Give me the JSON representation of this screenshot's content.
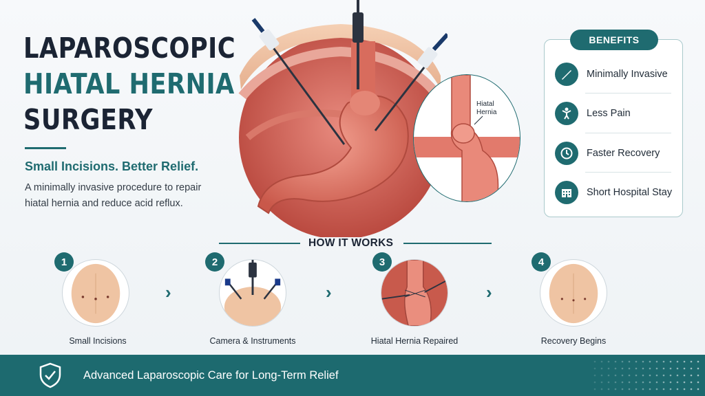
{
  "title": {
    "line1": "LAPAROSCOPIC",
    "line2": "HIATAL HERNIA",
    "line3": "SURGERY"
  },
  "tagline": "Small Incisions. Better Relief.",
  "description": {
    "line1": "A minimally invasive procedure to repair",
    "line2": "hiatal hernia and reduce acid reflux."
  },
  "inset_label": {
    "line1": "Hiatal",
    "line2": "Hernia"
  },
  "benefits": {
    "heading": "BENEFITS",
    "items": [
      {
        "label": "Minimally Invasive",
        "icon": "scalpel-icon"
      },
      {
        "label": "Less Pain",
        "icon": "person-icon"
      },
      {
        "label": "Faster Recovery",
        "icon": "clock-icon"
      },
      {
        "label": "Short Hospital Stay",
        "icon": "hospital-icon"
      }
    ]
  },
  "how_it_works": {
    "heading": "HOW IT WORKS",
    "steps": [
      {
        "number": "1",
        "label": "Small Incisions"
      },
      {
        "number": "2",
        "label": "Camera & Instruments"
      },
      {
        "number": "3",
        "label": "Hiatal Hernia Repaired"
      },
      {
        "number": "4",
        "label": "Recovery Begins"
      }
    ]
  },
  "footer": {
    "text": "Advanced Laparoscopic Care for Long-Term Relief",
    "icon": "shield-check-icon"
  },
  "colors": {
    "accent": "#1f6b70",
    "dark": "#1b2434",
    "footer": "#1d6a6f"
  }
}
